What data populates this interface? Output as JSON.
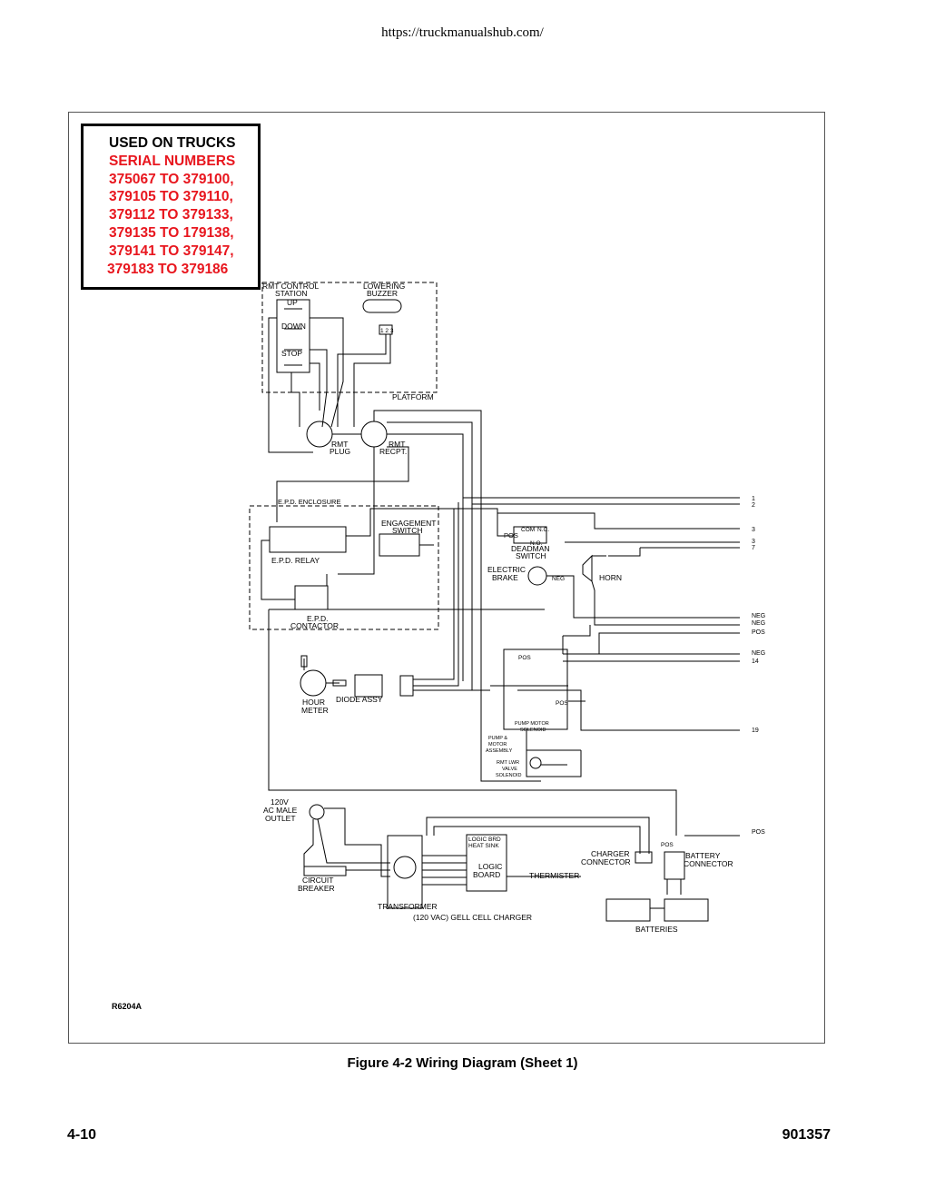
{
  "header": {
    "url": "https://truckmanualshub.com/"
  },
  "serial_box": {
    "title": "USED ON TRUCKS",
    "subtitle": "SERIAL NUMBERS",
    "ranges": [
      "375067 TO 379100,",
      "379105 TO 379110,",
      "379112 TO 379133,",
      "379135 TO 179138,",
      "379141 TO 379147,",
      "379183 TO 379186"
    ]
  },
  "diagram": {
    "labels": {
      "rmt_control_station": "RMT CONTROL",
      "station": "STATION",
      "up": "UP",
      "down": "DOWN",
      "stop": "STOP",
      "lowering": "LOWERING",
      "buzzer": "BUZZER",
      "buzzer_pins": "1 2 3",
      "platform": "PLATFORM",
      "rmt_plug_1": "RMT",
      "rmt_plug_2": "PLUG",
      "rmt_recpt_1": "RMT",
      "rmt_recpt_2": "RECPT.",
      "epd_enclosure": "E.P.D. ENCLOSURE",
      "epd_relay": "E.P.D. RELAY",
      "engagement_1": "ENGAGEMENT",
      "engagement_2": "SWITCH",
      "epd_contactor_1": "E.P.D.",
      "epd_contactor_2": "CONTACTOR",
      "deadman_1": "DEADMAN",
      "deadman_2": "SWITCH",
      "electric_brake_1": "ELECTRIC",
      "electric_brake_2": "BRAKE",
      "horn": "HORN",
      "hour_meter_1": "HOUR",
      "hour_meter_2": "METER",
      "diode_assy": "DIODE  ASSY",
      "pump_motor_solenoid_1": "PUMP MOTOR",
      "pump_motor_solenoid_2": "SOLENOID",
      "pump_motor_assembly_1": "PUMP &",
      "pump_motor_assembly_2": "MOTOR",
      "pump_motor_assembly_3": "ASSEMBLY",
      "rmt_lwr_valve_1": "RMT LWR",
      "rmt_lwr_valve_2": "VALVE",
      "rmt_lwr_valve_3": "SOLENOID",
      "ac_outlet_1": "120V",
      "ac_outlet_2": "AC  MALE",
      "ac_outlet_3": "OUTLET",
      "circuit_breaker_1": "CIRCUIT",
      "circuit_breaker_2": "BREAKER",
      "transformer": "TRANSFORMER",
      "charger": "(120  VAC)  GELL  CELL  CHARGER",
      "logic_heat_1": "LOGIC BRD",
      "logic_heat_2": "HEAT SINK",
      "logic_board_1": "LOGIC",
      "logic_board_2": "BOARD",
      "thermister": "THERMISTER",
      "charger_connector_1": "CHARGER",
      "charger_connector_2": "CONNECTOR",
      "battery_connector_1": "BATTERY",
      "battery_connector_2": "CONNECTOR",
      "batteries": "BATTERIES",
      "pos": "POS",
      "neg": "NEG",
      "com": "COM",
      "nc": "N.C.",
      "no": "N.O."
    },
    "right_wire_labels": [
      "1",
      "2",
      "3",
      "3",
      "7",
      "NEG",
      "NEG",
      "POS",
      "NEG",
      "14",
      "19",
      "POS"
    ],
    "figure_code": "R6204A"
  },
  "footer": {
    "caption": "Figure 4-2  Wiring Diagram (Sheet 1)",
    "page_number": "4-10",
    "doc_number": "901357"
  }
}
